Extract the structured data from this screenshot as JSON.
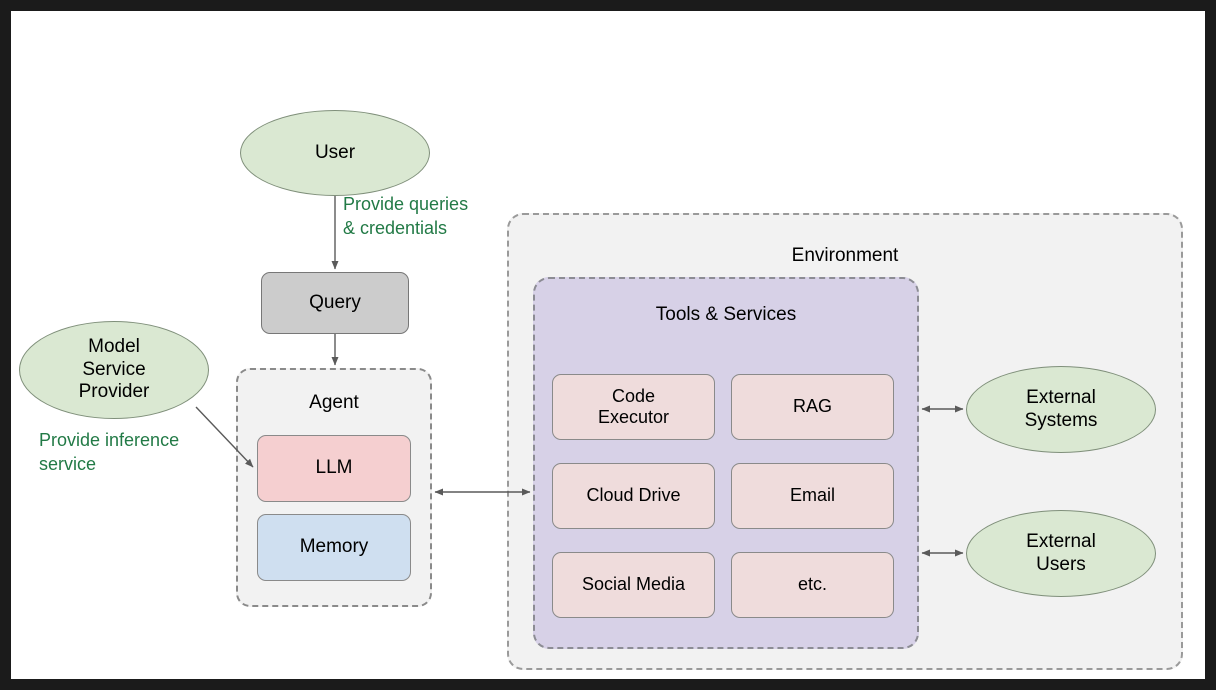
{
  "diagram": {
    "actors": {
      "user": "User",
      "model_service_provider": "Model\nService\nProvider",
      "external_systems": "External\nSystems",
      "external_users": "External\nUsers"
    },
    "query_box": "Query",
    "agent": {
      "title": "Agent",
      "components": [
        {
          "label": "LLM",
          "color": "#f5cfd0"
        },
        {
          "label": "Memory",
          "color": "#cfdff0"
        }
      ]
    },
    "environment": {
      "title": "Environment",
      "tools_panel": {
        "title": "Tools & Services",
        "color": "#d7d1e7",
        "tools": [
          {
            "label": "Code\nExecutor"
          },
          {
            "label": "RAG"
          },
          {
            "label": "Cloud Drive"
          },
          {
            "label": "Email"
          },
          {
            "label": "Social Media"
          },
          {
            "label": "etc."
          }
        ]
      }
    },
    "edge_labels": {
      "user_to_query": "Provide queries\n& credentials",
      "provider_to_llm": "Provide inference\nservice"
    },
    "colors": {
      "ellipse_fill": "#dae8d2",
      "query_fill": "#cccccc",
      "tool_fill": "#efdcdc",
      "panel_env_fill": "#f2f2f2",
      "label_green": "#227a46",
      "arrow": "#5a5a5a"
    }
  }
}
